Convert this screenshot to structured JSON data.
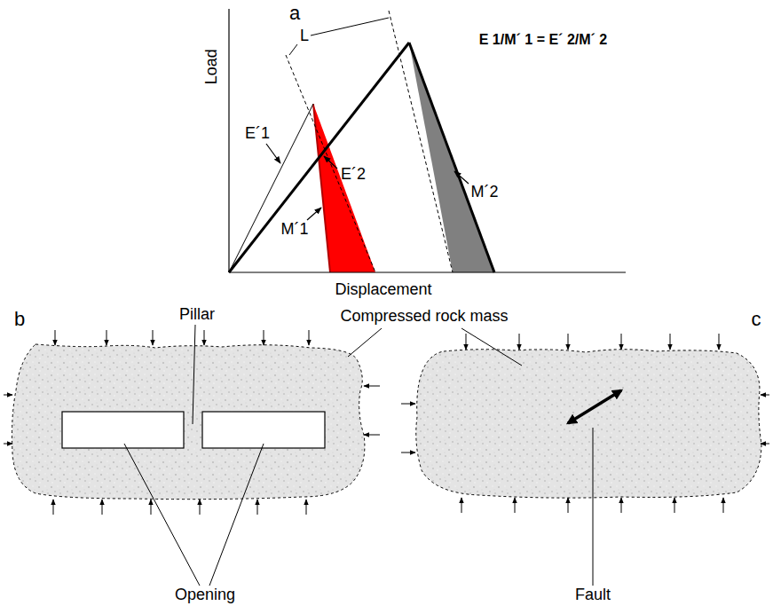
{
  "diagram": {
    "labels": [
      "a",
      "L",
      "E 1/M´ 1 = E´ 2/M´ 2",
      "E´1",
      "E´2",
      "M´1",
      "M´2",
      "Load",
      "Displacement",
      "b",
      "Pillar",
      "Compressed rock mass",
      "Opening",
      "c",
      "Fault"
    ]
  }
}
